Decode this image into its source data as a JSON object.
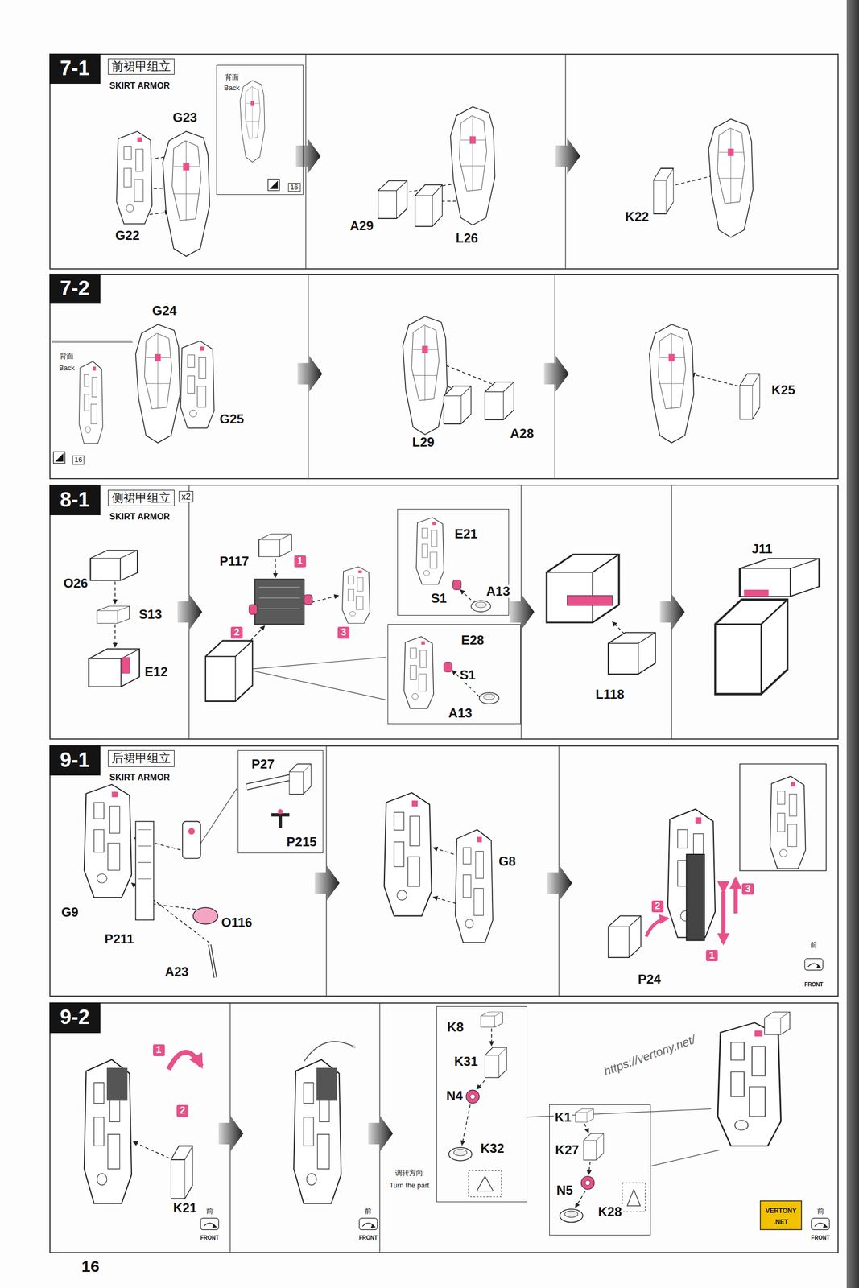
{
  "diagram": {
    "nodes": [
      {
        "text": [
          "7-1",
          "前裙甲组立",
          "SKIRT ARMOR"
        ]
      },
      {
        "text": [
          "背面",
          "Back",
          "16"
        ],
        "in": 0
      },
      {
        "text": [
          "7-2"
        ]
      },
      {
        "text": [
          "背面",
          "Back",
          "16"
        ],
        "in": 2
      },
      {
        "text": [
          "8-1",
          "侧裙甲组立",
          "x2",
          "SKIRT ARMOR"
        ]
      },
      {
        "text": [
          "E21",
          "S1",
          "A13"
        ],
        "in": 4
      },
      {
        "text": [
          "E28",
          "S1",
          "A13"
        ],
        "in": 4
      },
      {
        "text": [
          "9-1",
          "后裙甲组立",
          "SKIRT ARMOR"
        ]
      },
      {
        "text": [
          "P27",
          "P215"
        ],
        "in": 7
      },
      {
        "text": [
          "9-2"
        ]
      },
      {
        "text": [
          "K8",
          "K31",
          "N4",
          "K32"
        ],
        "in": 9
      },
      {
        "text": [
          "K1",
          "K27",
          "N5",
          "K28"
        ],
        "in": 9
      }
    ],
    "labels": [
      "G23",
      "G22",
      "A29",
      "L26",
      "K22",
      "G24",
      "G25",
      "L29",
      "A28",
      "K25",
      "O26",
      "S13",
      "E12",
      "P117",
      "1",
      "2",
      "3",
      "L118",
      "J11",
      "G9",
      "P211",
      "A23",
      "O116",
      "G8",
      "1",
      "2",
      "3",
      "P24",
      "前",
      "FRONT",
      "1",
      "2",
      "K21",
      "前",
      "FRONT",
      "前",
      "FRONT",
      "调转方向",
      "Turn the part",
      "前",
      "FRONT",
      "https://vertony.net/",
      "VERTONY",
      ".NET",
      "16"
    ]
  }
}
